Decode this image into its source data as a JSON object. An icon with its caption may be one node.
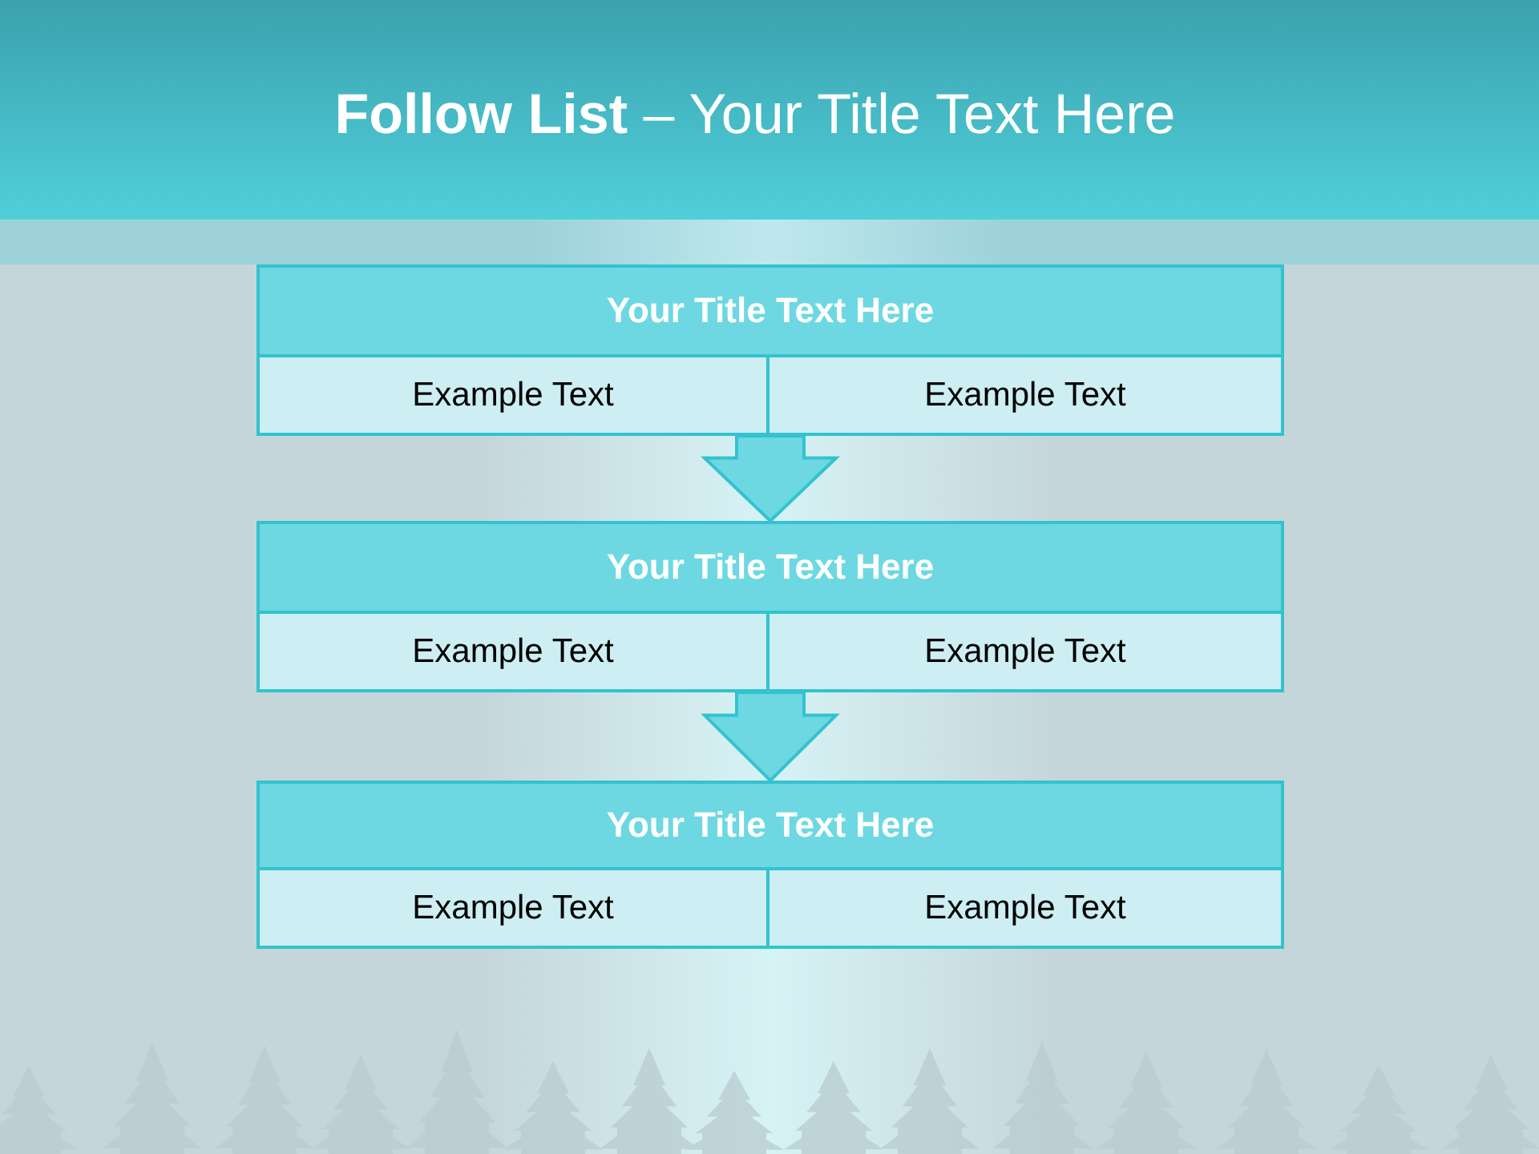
{
  "diagram": {
    "title": "**Follow List** – Your Title Text Here",
    "nodes": [
      {
        "text": [],
        "shape": "box"
      },
      {
        "text": [
          "Your Title Text Here"
        ],
        "in": 0
      },
      {
        "text": [
          "Example Text"
        ],
        "in": 0
      },
      {
        "text": [
          "Example Text"
        ],
        "in": 0
      },
      {
        "text": [],
        "shape": "box"
      },
      {
        "text": [
          "Your Title Text Here"
        ],
        "in": 4
      },
      {
        "text": [
          "Example Text"
        ],
        "in": 4
      },
      {
        "text": [
          "Example Text"
        ],
        "in": 4
      },
      {
        "text": [],
        "shape": "box"
      },
      {
        "text": [
          "Your Title Text Here"
        ],
        "in": 8
      },
      {
        "text": [
          "Example Text"
        ],
        "in": 8
      },
      {
        "text": [
          "Example Text"
        ],
        "in": 8
      }
    ],
    "edges": [
      {
        "from": 0,
        "to": 4,
        "arrow": "to"
      },
      {
        "from": 4,
        "to": 8,
        "arrow": "to"
      }
    ]
  }
}
